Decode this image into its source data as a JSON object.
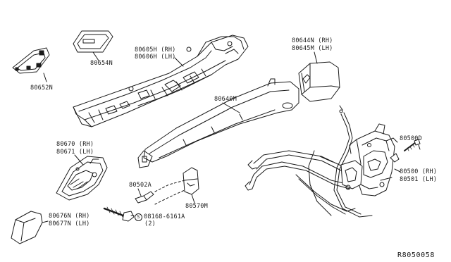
{
  "parts": {
    "p80652N": "80652N",
    "p80654N": "80654N",
    "p80605H": "80605H (RH)",
    "p80606H": "80606H (LH)",
    "p80644N": "80644N (RH)",
    "p80645M": "80645M (LH)",
    "p80640M": "80640M",
    "p80670": "80670 (RH)",
    "p80671": "80671 (LH)",
    "p80502A": "80502A",
    "p80570M": "80570M",
    "p80676N": "80676N (RH)",
    "p80677N": "80677N (LH)",
    "bolt_marker": "S",
    "bolt_number": "08168-6161A",
    "bolt_qty": "(2)",
    "p80500D": "80500D",
    "p80500": "80500 (RH)",
    "p80501": "80501 (LH)"
  },
  "ref_code": "R8050058",
  "stroke_color": "#1a1a1a"
}
